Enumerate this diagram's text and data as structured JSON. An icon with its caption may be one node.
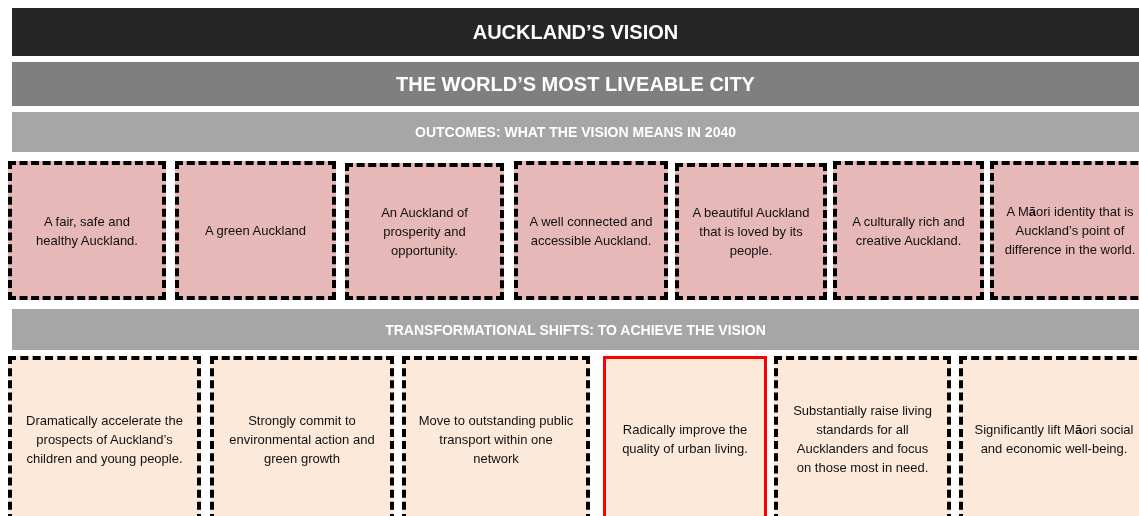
{
  "diagram": {
    "nodes": [
      {
        "text": [
          "AUCKLAND’S VISION"
        ]
      },
      {
        "text": [
          "THE WORLD’S MOST LIVEABLE CITY"
        ]
      },
      {
        "text": [
          "OUTCOMES: WHAT THE VISION MEANS IN 2040"
        ]
      },
      {
        "text": [
          "A fair, safe and healthy Auckland."
        ]
      },
      {
        "text": [
          "A green Auckland"
        ]
      },
      {
        "text": [
          "An Auckland of prosperity and opportunity."
        ]
      },
      {
        "text": [
          "A well connected and accessible Auckland."
        ]
      },
      {
        "text": [
          "A beautiful Auckland that is loved by its people."
        ]
      },
      {
        "text": [
          "A culturally rich and creative Auckland."
        ]
      },
      {
        "text": [
          "A M**ā**ori identity that is Auckland’s point of difference in the world."
        ]
      },
      {
        "text": [
          "TRANSFORMATIONAL SHIFTS: TO ACHIEVE THE VISION"
        ]
      },
      {
        "text": [
          "Dramatically accelerate the prospects of Auckland’s children and young people."
        ]
      },
      {
        "text": [
          "Strongly commit to environmental action and green growth"
        ]
      },
      {
        "text": [
          "Move to outstanding public transport within one network"
        ]
      },
      {
        "text": [
          "Radically improve the quality of urban living."
        ]
      },
      {
        "text": [
          "Substantially raise living standards for all Aucklanders and focus on those most in need."
        ]
      },
      {
        "text": [
          "Significantly lift M**ā**ori social and economic well-being."
        ]
      }
    ]
  }
}
